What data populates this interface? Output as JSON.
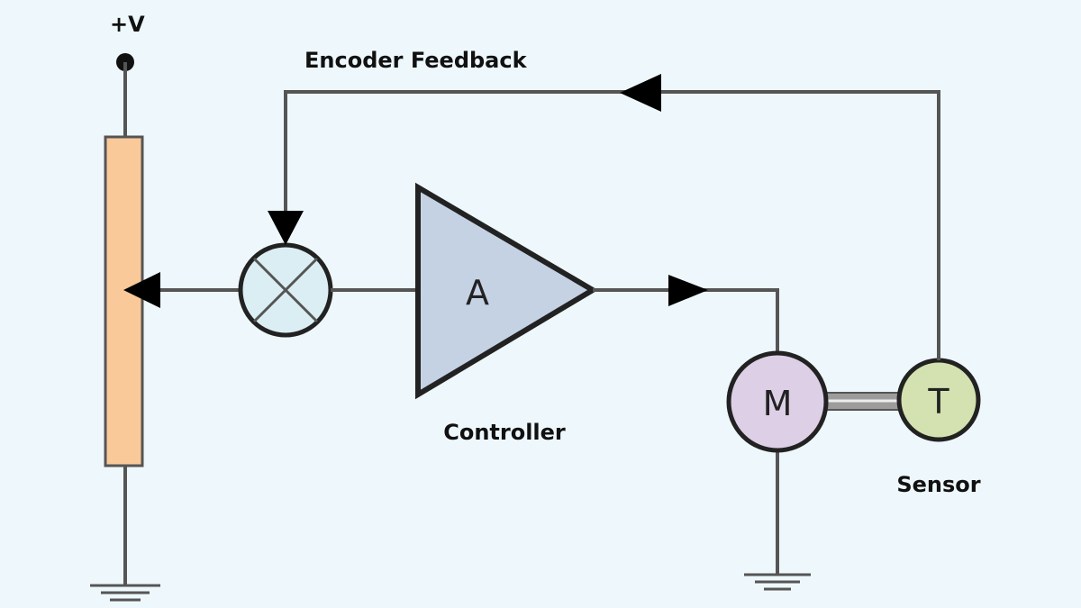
{
  "labels": {
    "supply": "+V",
    "feedback": "Encoder Feedback",
    "controller": "Controller",
    "sensor": "Sensor"
  },
  "symbols": {
    "amplifier": "A",
    "motor": "M",
    "tachometer": "T"
  },
  "colors": {
    "background": "#eef8fc",
    "potentiometer": "#f9c99a",
    "amplifier": "#c4d2e4",
    "motor": "#dccfe6",
    "tachometer": "#d3e2b0",
    "summing_junction": "#dbeef3",
    "wire": "#555555"
  }
}
